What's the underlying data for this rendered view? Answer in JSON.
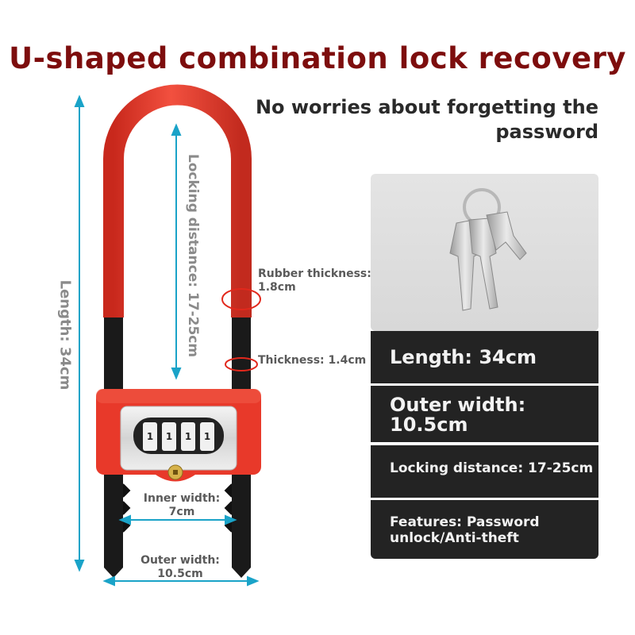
{
  "header": {
    "title": "U-shaped combination lock recovery",
    "subtitle_line1": "No worries about forgetting the",
    "subtitle_line2": "password"
  },
  "dimensions": {
    "length": "Length: 34cm",
    "locking_distance": "Locking distance: 17-25cm",
    "rubber_thickness_line1": "Rubber thickness:",
    "rubber_thickness_line2": "1.8cm",
    "thickness": "Thickness: 1.4cm",
    "inner_width_line1": "Inner width:",
    "inner_width_line2": "7cm",
    "outer_width_line1": "Outer width:",
    "outer_width_line2": "10.5cm"
  },
  "specs": {
    "length": "Length: 34cm",
    "outer_width_line1": "Outer width:",
    "outer_width_line2": "10.5cm",
    "locking_distance": "Locking distance: 17-25cm",
    "features_line1": "Features: Password",
    "features_line2": "unlock/Anti-theft"
  },
  "dials": [
    "1",
    "1",
    "1",
    "1"
  ],
  "colors": {
    "title": "#7d0d0d",
    "lock_red": "#e8392a",
    "dimension_line": "#1aa3c8",
    "spec_panel": "#232323"
  }
}
